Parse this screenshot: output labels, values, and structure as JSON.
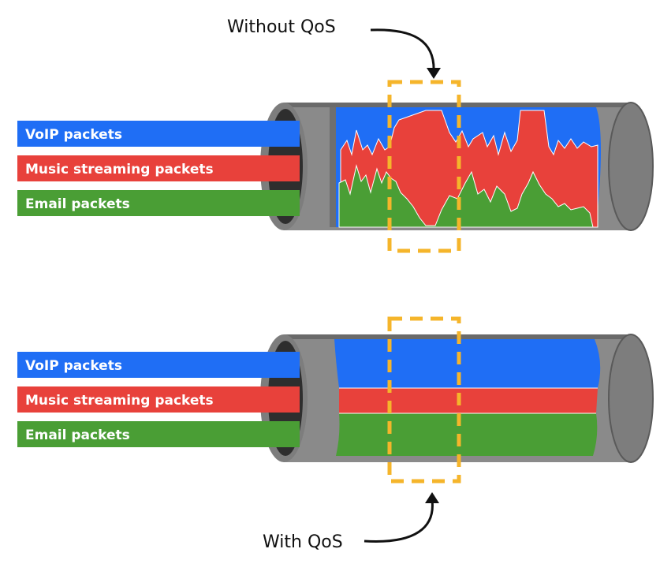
{
  "colors": {
    "voip": "#1f6ef5",
    "music": "#e8413b",
    "email": "#4a9e35",
    "pipe": "#7a7a7a",
    "pipe_dark": "#3a3a3a",
    "highlight": "#f5b52b"
  },
  "top_diagram": {
    "caption": "Without QoS",
    "labels": {
      "voip": "VoIP packets",
      "music": "Music streaming packets",
      "email": "Email packets"
    }
  },
  "bottom_diagram": {
    "caption": "With QoS",
    "labels": {
      "voip": "VoIP packets",
      "music": "Music streaming packets",
      "email": "Email packets"
    }
  }
}
